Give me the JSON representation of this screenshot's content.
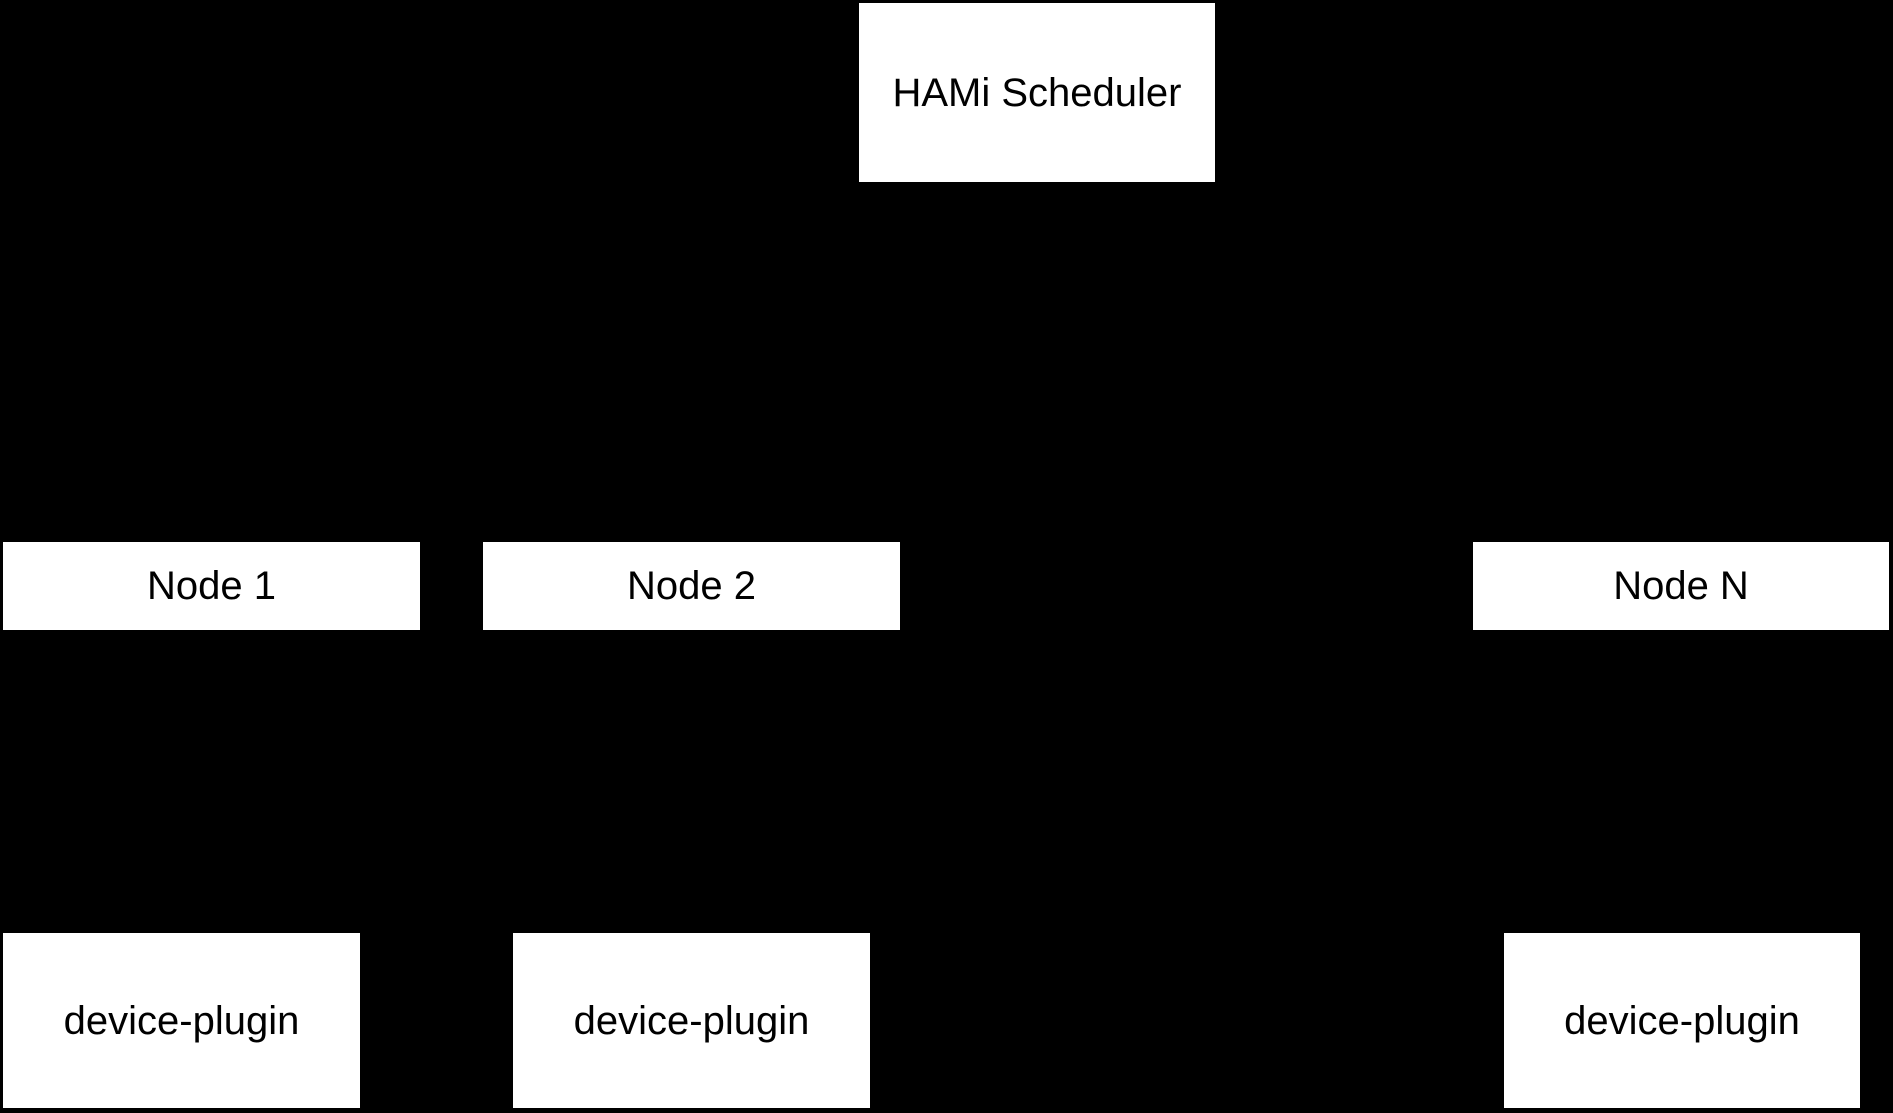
{
  "diagram": {
    "colors": {
      "background": "#000000",
      "box_fill": "#FFFFFF",
      "box_text": "#000000"
    },
    "scheduler": {
      "label": "HAMi Scheduler"
    },
    "nodes": [
      {
        "label": "Node 1"
      },
      {
        "label": "Node 2"
      },
      {
        "label": "Node N"
      }
    ],
    "device_plugins": [
      {
        "label": "device-plugin"
      },
      {
        "label": "device-plugin"
      },
      {
        "label": "device-plugin"
      }
    ]
  }
}
